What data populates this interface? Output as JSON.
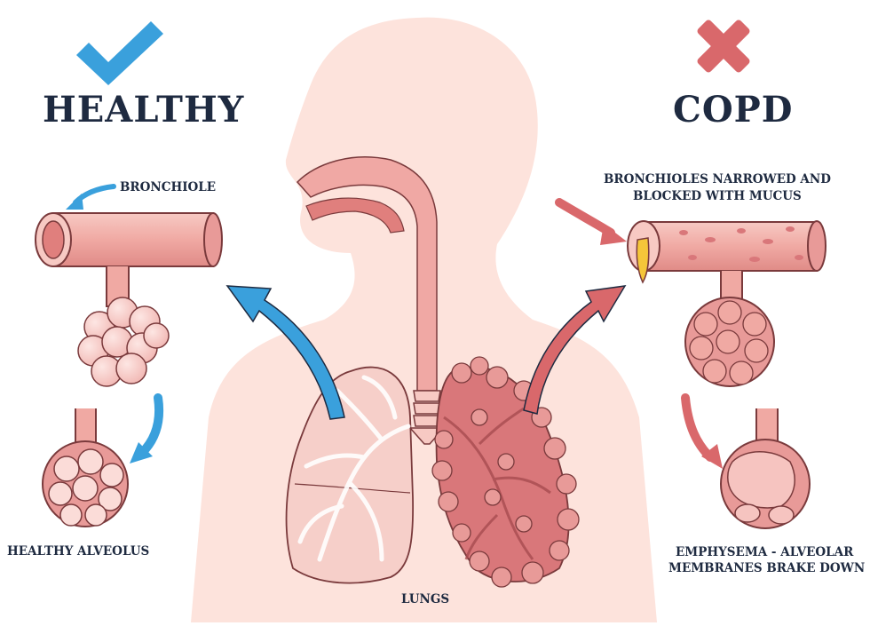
{
  "healthy": {
    "title": "HEALTHY",
    "bronchiole_label": "BRONCHIOLE",
    "alveolus_label": "HEALTHY ALVEOLUS"
  },
  "copd": {
    "title": "COPD",
    "bronchiole_label_line1": "BRONCHIOLES NARROWED AND",
    "bronchiole_label_line2": "BLOCKED WITH MUCUS",
    "alveolus_label_line1": "EMPHYSEMA - ALVEOLAR",
    "alveolus_label_line2": "MEMBRANES BRAKE DOWN"
  },
  "center": {
    "lungs_label": "LUNGS"
  },
  "colors": {
    "healthy_accent": "#3aa0dc",
    "copd_accent": "#d9686b",
    "title_text": "#1e2a40",
    "body_silhouette": "#fde3dc",
    "tissue": "#f2b3b0",
    "tissue_dark": "#d9777a"
  },
  "icons": {
    "healthy": "checkmark-icon",
    "copd": "cross-icon"
  }
}
